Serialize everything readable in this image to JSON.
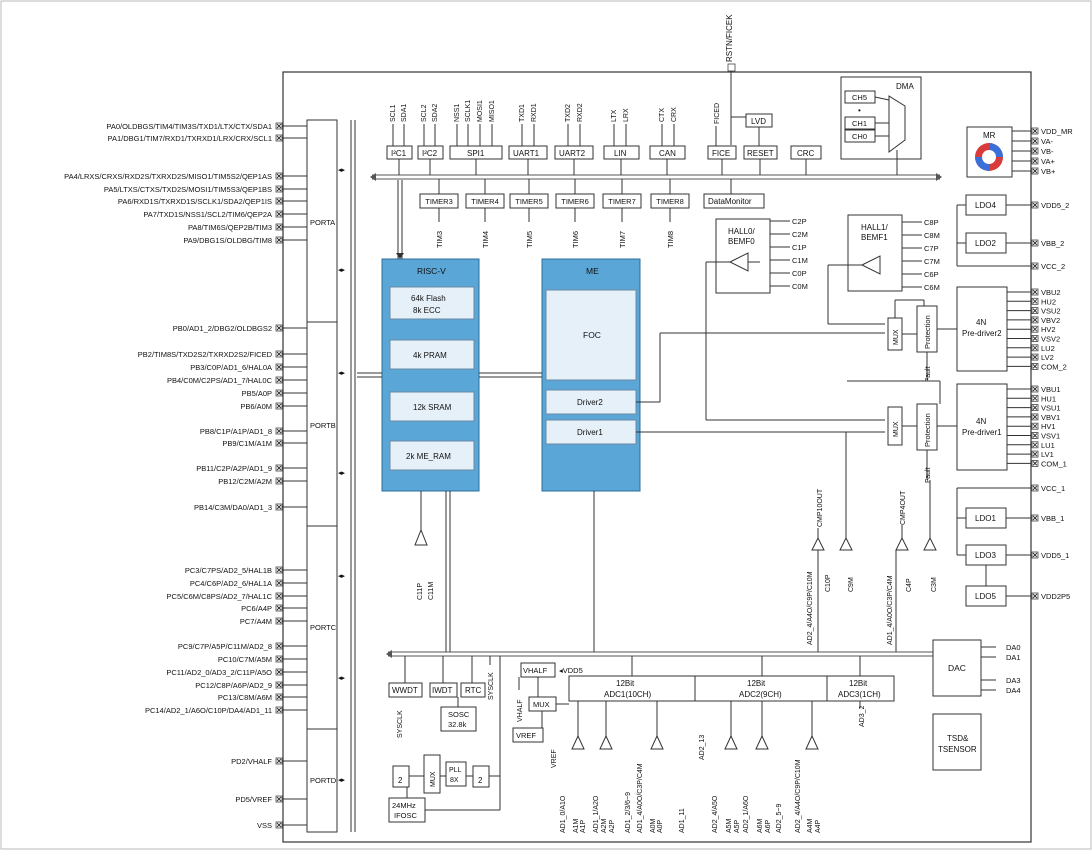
{
  "reset_pin": "RSTN/FICEK",
  "left_pins": [
    "PA0/OLDBGS/TIM4/TIM3S/TXD1/LTX/CTX/SDA1",
    "PA1/DBG1/TIM7/RXD1/TXRXD1/LRX/CRX/SCL1",
    "PA4/LRXS/CRXS/RXD2S/TXRXD2S/MISO1/TIM5S2/QEP1AS",
    "PA5/LTXS/CTXS/TXD2S/MOSI1/TIM5S3/QEP1BS",
    "PA6/RXD1S/TXRXD1S/SCLK1/SDA2/QEP1IS",
    "PA7/TXD1S/NSS1/SCL2/TIM6/QEP2A",
    "PA8/TIM6S/QEP2B/TIM3",
    "PA9/DBG1S/OLDBG/TIM8",
    "PB0/AD1_2/DBG2/OLDBGS2",
    "PB2/TIM8S/TXD2S2/TXRXD2S2/FICED",
    "PB3/C0P/AD1_6/HAL0A",
    "PB4/C0M/C2PS/AD1_7/HAL0C",
    "PB5/A0P",
    "PB6/A0M",
    "PB8/C1P/A1P/AD1_8",
    "PB9/C1M/A1M",
    "PB11/C2P/A2P/AD1_9",
    "PB12/C2M/A2M",
    "PB14/C3M/DA0/AD1_3",
    "PC3/C7PS/AD2_5/HAL1B",
    "PC4/C6P/AD2_6/HAL1A",
    "PC5/C6M/C8PS/AD2_7/HAL1C",
    "PC6/A4P",
    "PC7/A4M",
    "PC9/C7P/A5P/C11M/AD2_8",
    "PC10/C7M/A5M",
    "PC11/AD2_0/AD3_2/C11P/A5O",
    "PC12/C8P/A6P/AD2_9",
    "PC13/C8M/A6M",
    "PC14/AD2_1/A6O/C10P/DA4/AD1_11",
    "PD2/VHALF",
    "PD5/VREF",
    "VSS"
  ],
  "ports": [
    "PORTA",
    "PORTB",
    "PORTC",
    "PORTD"
  ],
  "top_peripherals": {
    "i2c1": {
      "label": "I²C1",
      "signals": [
        "SCL1",
        "SDA1"
      ]
    },
    "i2c2": {
      "label": "I²C2",
      "signals": [
        "SCL2",
        "SDA2"
      ]
    },
    "spi1": {
      "label": "SPI1",
      "signals": [
        "NSS1",
        "SCLK1",
        "MOSI1",
        "MISO1"
      ]
    },
    "uart1": {
      "label": "UART1",
      "signals": [
        "TXD1",
        "RXD1"
      ]
    },
    "uart2": {
      "label": "UART2",
      "signals": [
        "TXD2",
        "RXD2"
      ]
    },
    "lin": {
      "label": "LIN",
      "signals": [
        "LTX",
        "LRX"
      ]
    },
    "can": {
      "label": "CAN",
      "signals": [
        "CTX",
        "CRX"
      ]
    },
    "fice": {
      "label": "FICE",
      "signals": [
        "FICED"
      ]
    },
    "reset": "RESET",
    "lvd": "LVD",
    "crc": "CRC"
  },
  "dma": {
    "title": "DMA",
    "channels": [
      "CH5",
      "•",
      "CH1",
      "CH0"
    ]
  },
  "mr": {
    "title": "MR",
    "pins": [
      "VDD_MR",
      "VA-",
      "VB-",
      "VA+",
      "VB+"
    ]
  },
  "timers": [
    {
      "label": "TIMER3",
      "pin": "TIM3"
    },
    {
      "label": "TIMER4",
      "pin": "TIM4"
    },
    {
      "label": "TIMER5",
      "pin": "TIM5"
    },
    {
      "label": "TIMER6",
      "pin": "TIM6"
    },
    {
      "label": "TIMER7",
      "pin": "TIM7"
    },
    {
      "label": "TIMER8",
      "pin": "TIM8"
    }
  ],
  "data_monitor": "DataMonitor",
  "hall0": {
    "title": "HALL0/\nBEMF0",
    "pins": [
      "C2P",
      "C2M",
      "C1P",
      "C1M",
      "C0P",
      "C0M"
    ]
  },
  "hall1": {
    "title": "HALL1/\nBEMF1",
    "pins": [
      "C8P",
      "C8M",
      "C7P",
      "C7M",
      "C6P",
      "C6M"
    ]
  },
  "riscv": {
    "title": "RISC-V",
    "blocks": [
      "64k Flash\n8k ECC",
      "4k PRAM",
      "12k SRAM",
      "2k ME_RAM"
    ]
  },
  "me": {
    "title": "ME",
    "foc": "FOC",
    "driver2": "Driver2",
    "driver1": "Driver1"
  },
  "ldos": {
    "ldo4": "LDO4",
    "ldo2": "LDO2",
    "ldo1": "LDO1",
    "ldo3": "LDO3",
    "ldo5": "LDO5"
  },
  "right_pins": {
    "vdd5_2": "VDD5_2",
    "vbb_2": "VBB_2",
    "vcc_2": "VCC_2",
    "vcc_1": "VCC_1",
    "vbb_1": "VBB_1",
    "vdd5_1": "VDD5_1",
    "vdd2p5": "VDD2P5"
  },
  "predriver2": {
    "title": "4N\nPre-driver2",
    "pins": [
      "VBU2",
      "HU2",
      "VSU2",
      "VBV2",
      "HV2",
      "VSV2",
      "LU2",
      "LV2",
      "COM_2"
    ]
  },
  "predriver1": {
    "title": "4N\nPre-driver1",
    "pins": [
      "VBU1",
      "HU1",
      "VSU1",
      "VBV1",
      "HV1",
      "VSV1",
      "LU1",
      "LV1",
      "COM_1"
    ]
  },
  "mux_label": "MUX",
  "protection_label": "Protection",
  "fault_label": "Fault",
  "comparators": {
    "c11": {
      "inputs": [
        "C11P",
        "C11M"
      ]
    },
    "cmp10": {
      "out": "CMP10OUT",
      "ad": "AD2_4/A4O/C9P/C10M",
      "inputs": [
        "C10P",
        "C9M"
      ]
    },
    "cmp4": {
      "out": "CMP4OUT",
      "ad": "AD1_4/A0O/C3P/C4M",
      "inputs": [
        "C4P",
        "C3M"
      ]
    }
  },
  "bottom": {
    "wwdt": "WWDT",
    "iwdt": "IWDT",
    "rtc": "RTC",
    "sosc": "SOSC\n32.8k",
    "sysclk": "SYSCLK",
    "vhalf": "VHALF",
    "vdd5": "VDD5",
    "vref": "VREF",
    "mux": "MUX",
    "pll": "PLL\n8X",
    "div": "2",
    "ifosc": "24MHz\nIFOSC",
    "adc1": "12Bit\nADC1(10CH)",
    "adc2": "12Bit\nADC2(9CH)",
    "adc3": "12Bit\nADC3(1CH)",
    "adc1_pins": [
      "AD1_0/A1O",
      "A1M",
      "A1P",
      "AD1_1/A2O",
      "A2M",
      "A2P",
      "AD1_2/3/6~9",
      "AD1_4/A0O/C3P/C4M",
      "A0M",
      "A0P",
      "AD1_11"
    ],
    "adc2_pins": [
      "AD2_13",
      "AD2_4/A5O",
      "A5M",
      "A5P",
      "AD2_1/A6O",
      "A6M",
      "A6P",
      "AD2_5~9",
      "AD2_4/A4O/C9P/C10M",
      "A4M",
      "A4P"
    ],
    "adc3_pin": "AD3_2",
    "vhalf_vref_pins": [
      "VHALF",
      "VREF"
    ],
    "dac": "DAC",
    "dac_pins": [
      "DA0",
      "DA1",
      "DA3",
      "DA4"
    ],
    "tsd": "TSD&\nTSENSOR"
  }
}
